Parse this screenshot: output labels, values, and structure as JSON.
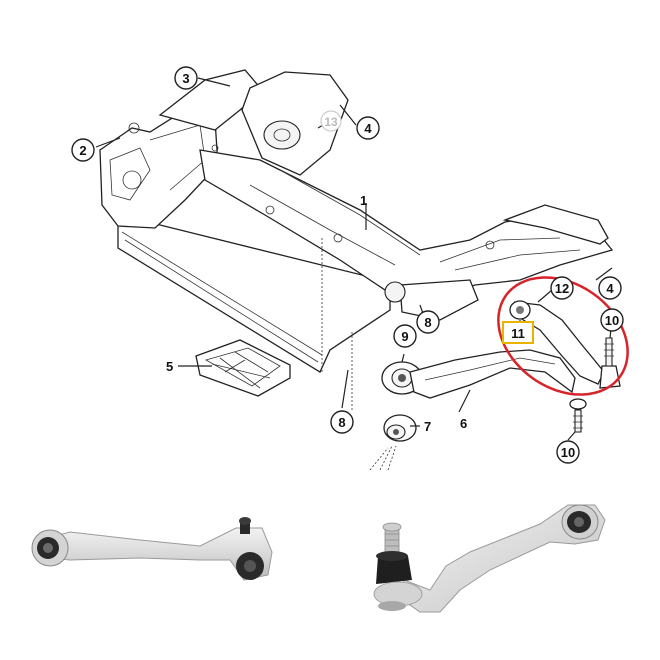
{
  "diagram": {
    "callouts": [
      {
        "id": "c1",
        "label": "1",
        "circled": false
      },
      {
        "id": "c2",
        "label": "2",
        "circled": true
      },
      {
        "id": "c3",
        "label": "3",
        "circled": true
      },
      {
        "id": "c4a",
        "label": "4",
        "circled": true
      },
      {
        "id": "c4b",
        "label": "4",
        "circled": true
      },
      {
        "id": "c5",
        "label": "5",
        "circled": false
      },
      {
        "id": "c6",
        "label": "6",
        "circled": false
      },
      {
        "id": "c7",
        "label": "7",
        "circled": false
      },
      {
        "id": "c8a",
        "label": "8",
        "circled": true
      },
      {
        "id": "c8b",
        "label": "8",
        "circled": true
      },
      {
        "id": "c9",
        "label": "9",
        "circled": true
      },
      {
        "id": "c10a",
        "label": "10",
        "circled": true
      },
      {
        "id": "c10b",
        "label": "10",
        "circled": true
      },
      {
        "id": "c11",
        "label": "11",
        "circled": false
      },
      {
        "id": "c12",
        "label": "12",
        "circled": true
      },
      {
        "id": "c13",
        "label": "13",
        "circled": true
      }
    ],
    "colors": {
      "highlight_ring": "#d8232a",
      "highlight_box": "#e8b400",
      "arm_metal": "#e6e6e6",
      "bushing_dark": "#2a2a2a"
    }
  }
}
